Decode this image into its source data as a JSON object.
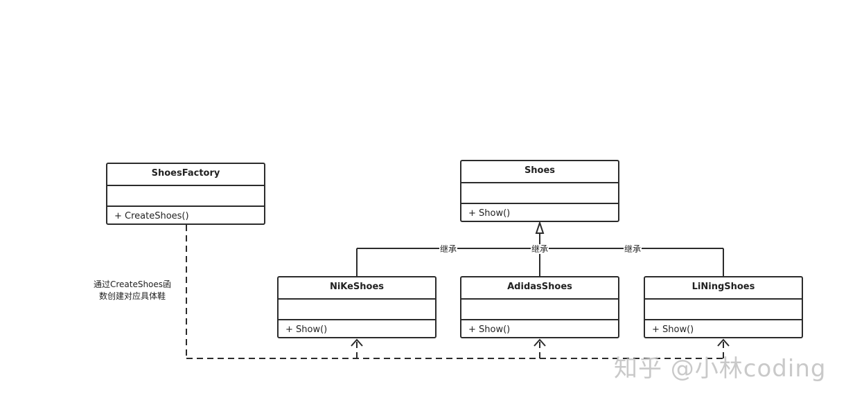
{
  "classes": {
    "factory": {
      "name": "ShoesFactory",
      "attributes": "",
      "method": "+ CreateShoes()"
    },
    "shoes": {
      "name": "Shoes",
      "attributes": "",
      "method": "+ Show()"
    },
    "nike": {
      "name": "NiKeShoes",
      "attributes": "",
      "method": "+ Show()"
    },
    "adidas": {
      "name": "AdidasShoes",
      "attributes": "",
      "method": "+ Show()"
    },
    "lining": {
      "name": "LiNingShoes",
      "attributes": "",
      "method": "+ Show()"
    }
  },
  "edges": {
    "inherit_label_nike": "继承",
    "inherit_label_adidas": "继承",
    "inherit_label_lining": "继承"
  },
  "note": {
    "line1": "通过CreateShoes函",
    "line2": "数创建对应具体鞋"
  },
  "watermark": "知乎 @小林coding",
  "colors": {
    "line": "#2b2b2b",
    "watermark": "#c9c9c9",
    "background": "#ffffff"
  }
}
